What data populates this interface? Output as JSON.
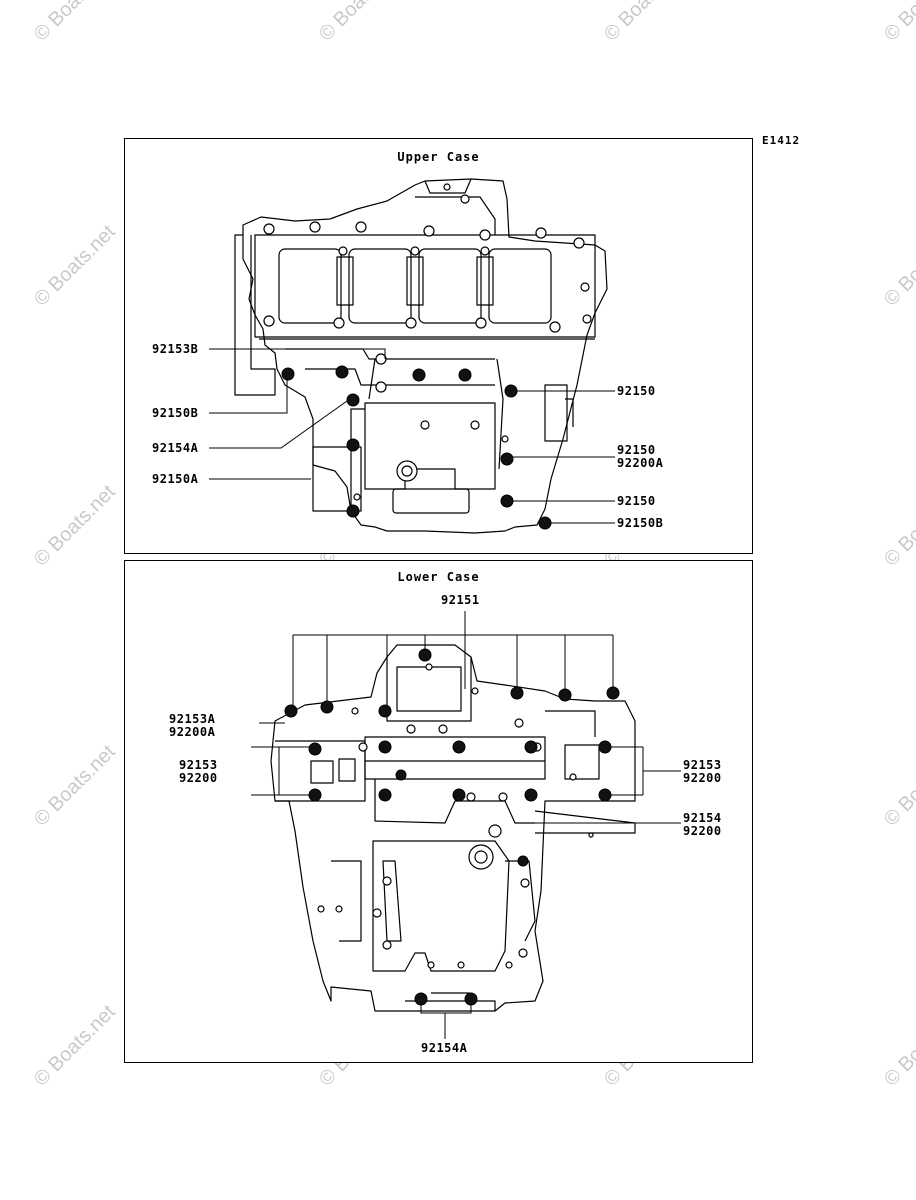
{
  "figure_code": "E1412",
  "watermark": "© Boats.net",
  "upper_case": {
    "title": "Upper Case",
    "callouts": [
      {
        "id": "c1",
        "lines": [
          "92153B"
        ]
      },
      {
        "id": "c2",
        "lines": [
          "92150B"
        ]
      },
      {
        "id": "c3",
        "lines": [
          "92154A"
        ]
      },
      {
        "id": "c4",
        "lines": [
          "92150A"
        ]
      },
      {
        "id": "c5",
        "lines": [
          "92150"
        ]
      },
      {
        "id": "c6",
        "lines": [
          "92150",
          "92200A"
        ]
      },
      {
        "id": "c7",
        "lines": [
          "92150"
        ]
      },
      {
        "id": "c8",
        "lines": [
          "92150B"
        ]
      }
    ]
  },
  "lower_case": {
    "title": "Lower Case",
    "callouts": [
      {
        "id": "d1",
        "lines": [
          "92151"
        ]
      },
      {
        "id": "d2",
        "lines": [
          "92153A",
          "92200A"
        ]
      },
      {
        "id": "d3",
        "lines": [
          "92153",
          "92200"
        ]
      },
      {
        "id": "d4",
        "lines": [
          "92153",
          "92200"
        ]
      },
      {
        "id": "d5",
        "lines": [
          "92154",
          "92200"
        ]
      },
      {
        "id": "d6",
        "lines": [
          "92154A"
        ]
      }
    ]
  }
}
